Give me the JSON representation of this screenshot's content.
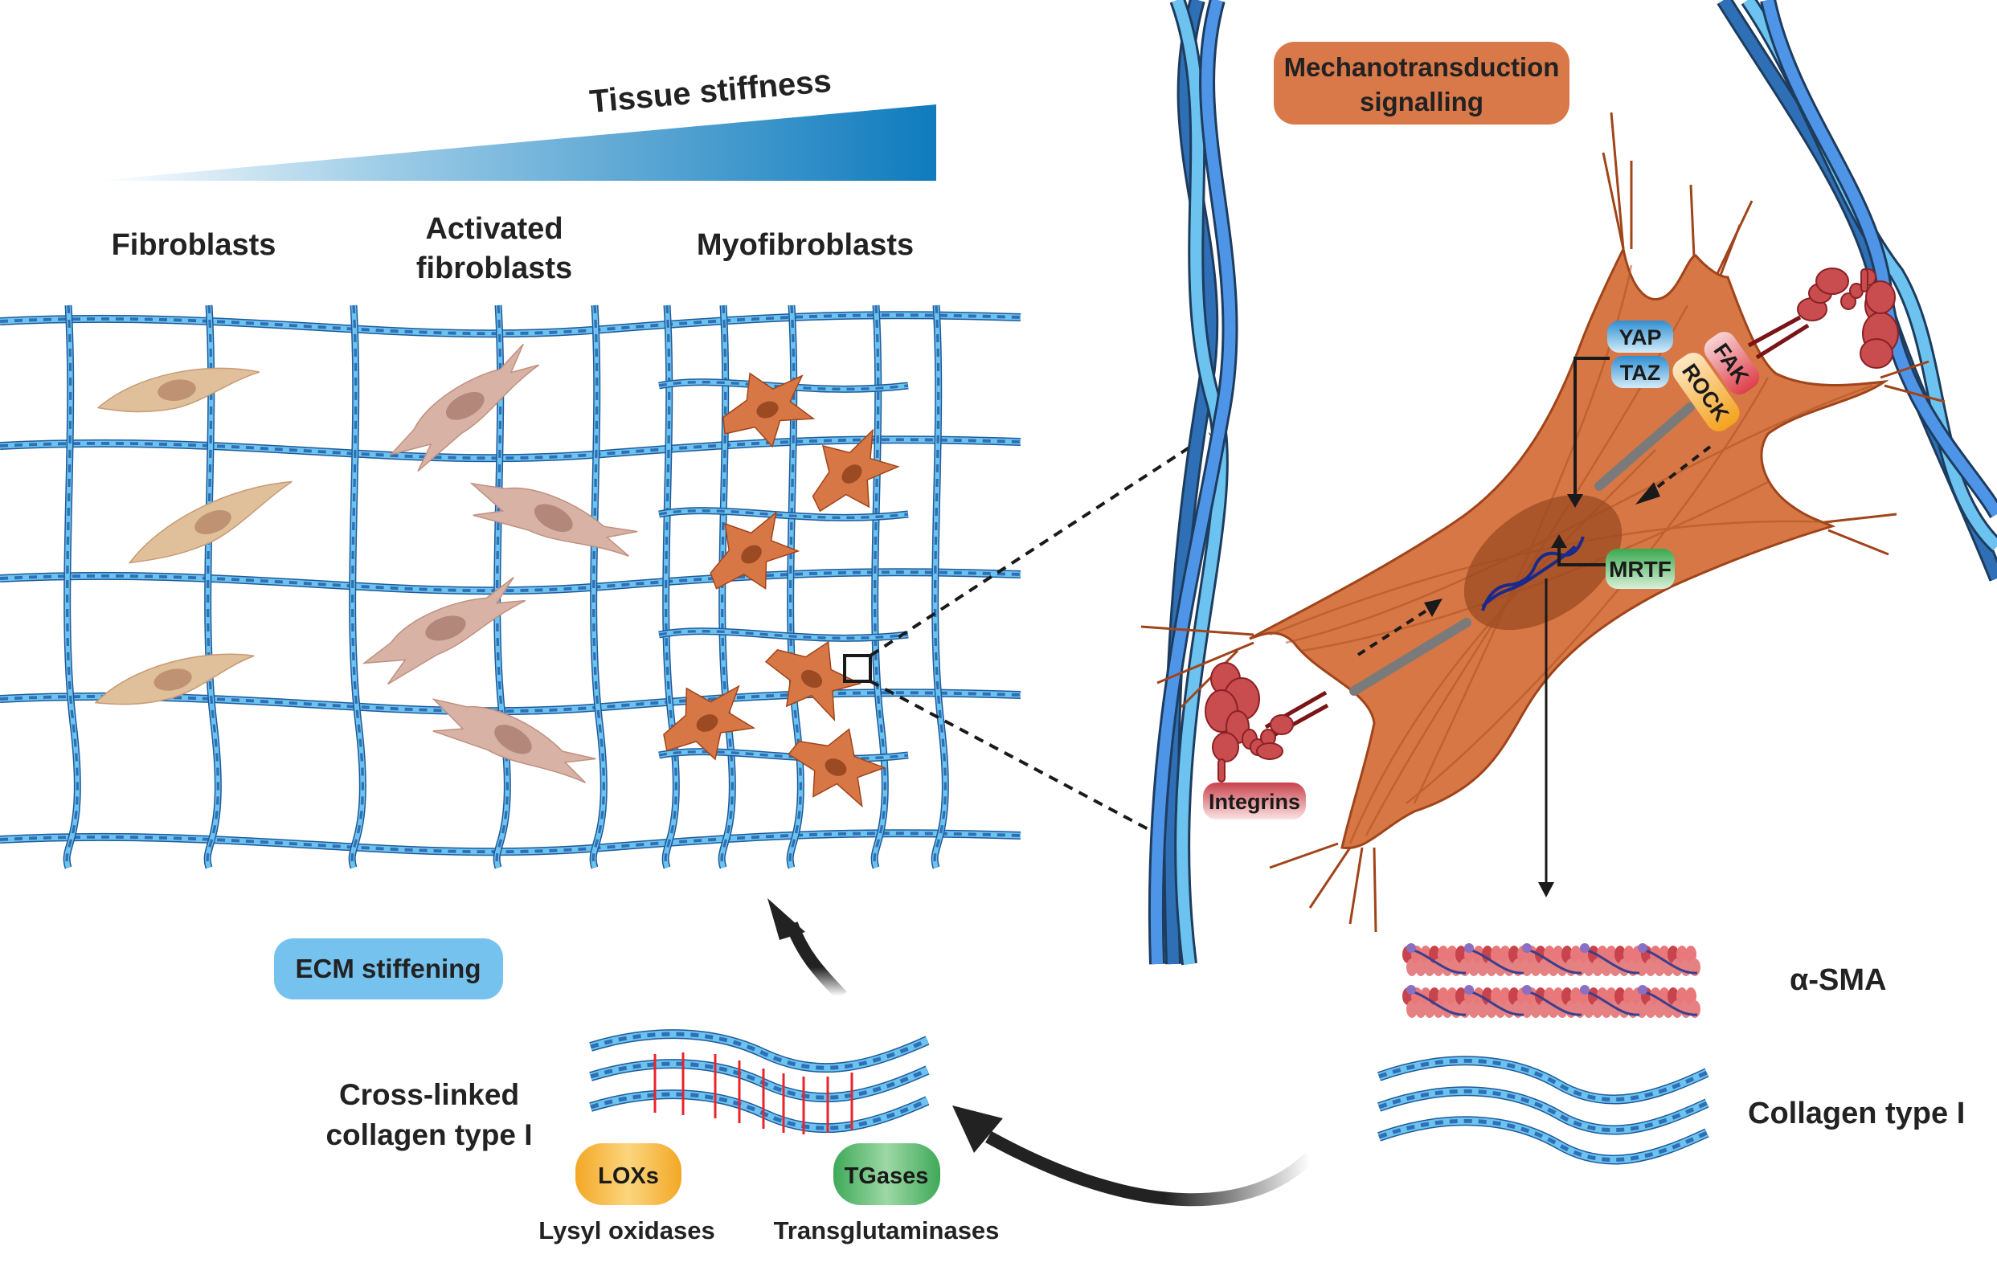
{
  "figure": {
    "gradient_label": "Tissue stiffness",
    "stages": [
      {
        "id": "fibroblasts",
        "label_lines": [
          "Fibroblasts"
        ]
      },
      {
        "id": "activated",
        "label_lines": [
          "Activated",
          "fibroblasts"
        ]
      },
      {
        "id": "myofibroblasts",
        "label_lines": [
          "Myofibroblasts"
        ]
      }
    ],
    "mechanotransduction": {
      "lines": [
        "Mechanotransduction",
        "signalling"
      ]
    },
    "proteins": {
      "yap": "YAP",
      "taz": "TAZ",
      "rock": "ROCK",
      "fak": "FAK",
      "mrtf": "MRTF",
      "integrins": "Integrins"
    },
    "products": {
      "asma": "α-SMA",
      "collagen": "Collagen type I"
    },
    "crosslinked": {
      "lines": [
        "Cross-linked",
        "collagen type I"
      ]
    },
    "enzymes": [
      {
        "id": "loxs",
        "badge": "LOXs",
        "name": "Lysyl oxidases"
      },
      {
        "id": "tgases",
        "badge": "TGases",
        "name": "Transglutaminases"
      }
    ],
    "ecm_stiffening": "ECM stiffening",
    "colors": {
      "gradient_start": "#ffffff",
      "gradient_end": "#0f7bbd",
      "cell_orange": "#d77746",
      "cell_outline": "#a0441a",
      "nucleus": "#9c4a22",
      "mech_box": "#d97848",
      "ecm_box": "#76c2ee",
      "collagen_dark": "#2f6fb5",
      "collagen_light": "#6cc3f0",
      "yap_blue": "#3a9ad8",
      "mrtf_green": "#3fae55",
      "rock_yellow": "#f2a827",
      "fak_red": "#e05c66",
      "integrin_red": "#c94c4f",
      "fibroblast_tan": "#e0bf9b",
      "activated_pink": "#d8b3a5",
      "crosslink_red": "#e8242c"
    }
  }
}
